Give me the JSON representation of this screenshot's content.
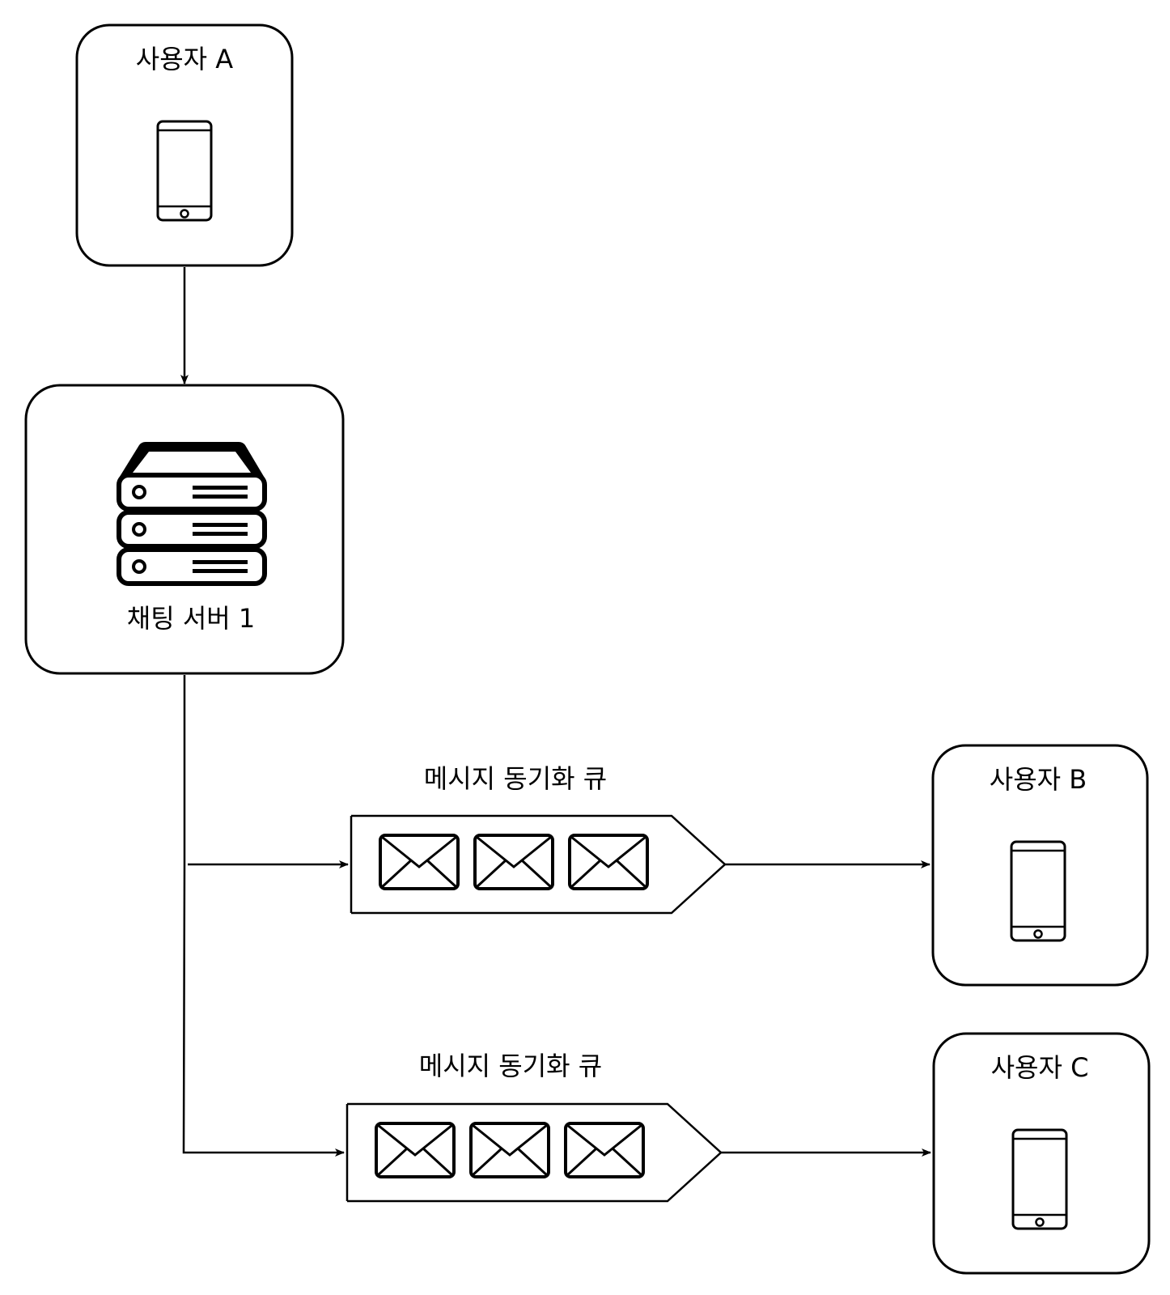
{
  "nodes": {
    "user_a": {
      "label": "사용자 A",
      "icon": "smartphone-icon"
    },
    "chat_server": {
      "label": "채팅 서버 1",
      "icon": "server-icon"
    },
    "queue_1": {
      "label": "메시지 동기화 큐",
      "icon": "envelope-icon",
      "message_count": 3
    },
    "queue_2": {
      "label": "메시지 동기화 큐",
      "icon": "envelope-icon",
      "message_count": 3
    },
    "user_b": {
      "label": "사용자 B",
      "icon": "smartphone-icon"
    },
    "user_c": {
      "label": "사용자 C",
      "icon": "smartphone-icon"
    }
  },
  "edges": [
    {
      "from": "user_a",
      "to": "chat_server"
    },
    {
      "from": "chat_server",
      "to": "queue_1"
    },
    {
      "from": "chat_server",
      "to": "queue_2"
    },
    {
      "from": "queue_1",
      "to": "user_b"
    },
    {
      "from": "queue_2",
      "to": "user_c"
    }
  ]
}
